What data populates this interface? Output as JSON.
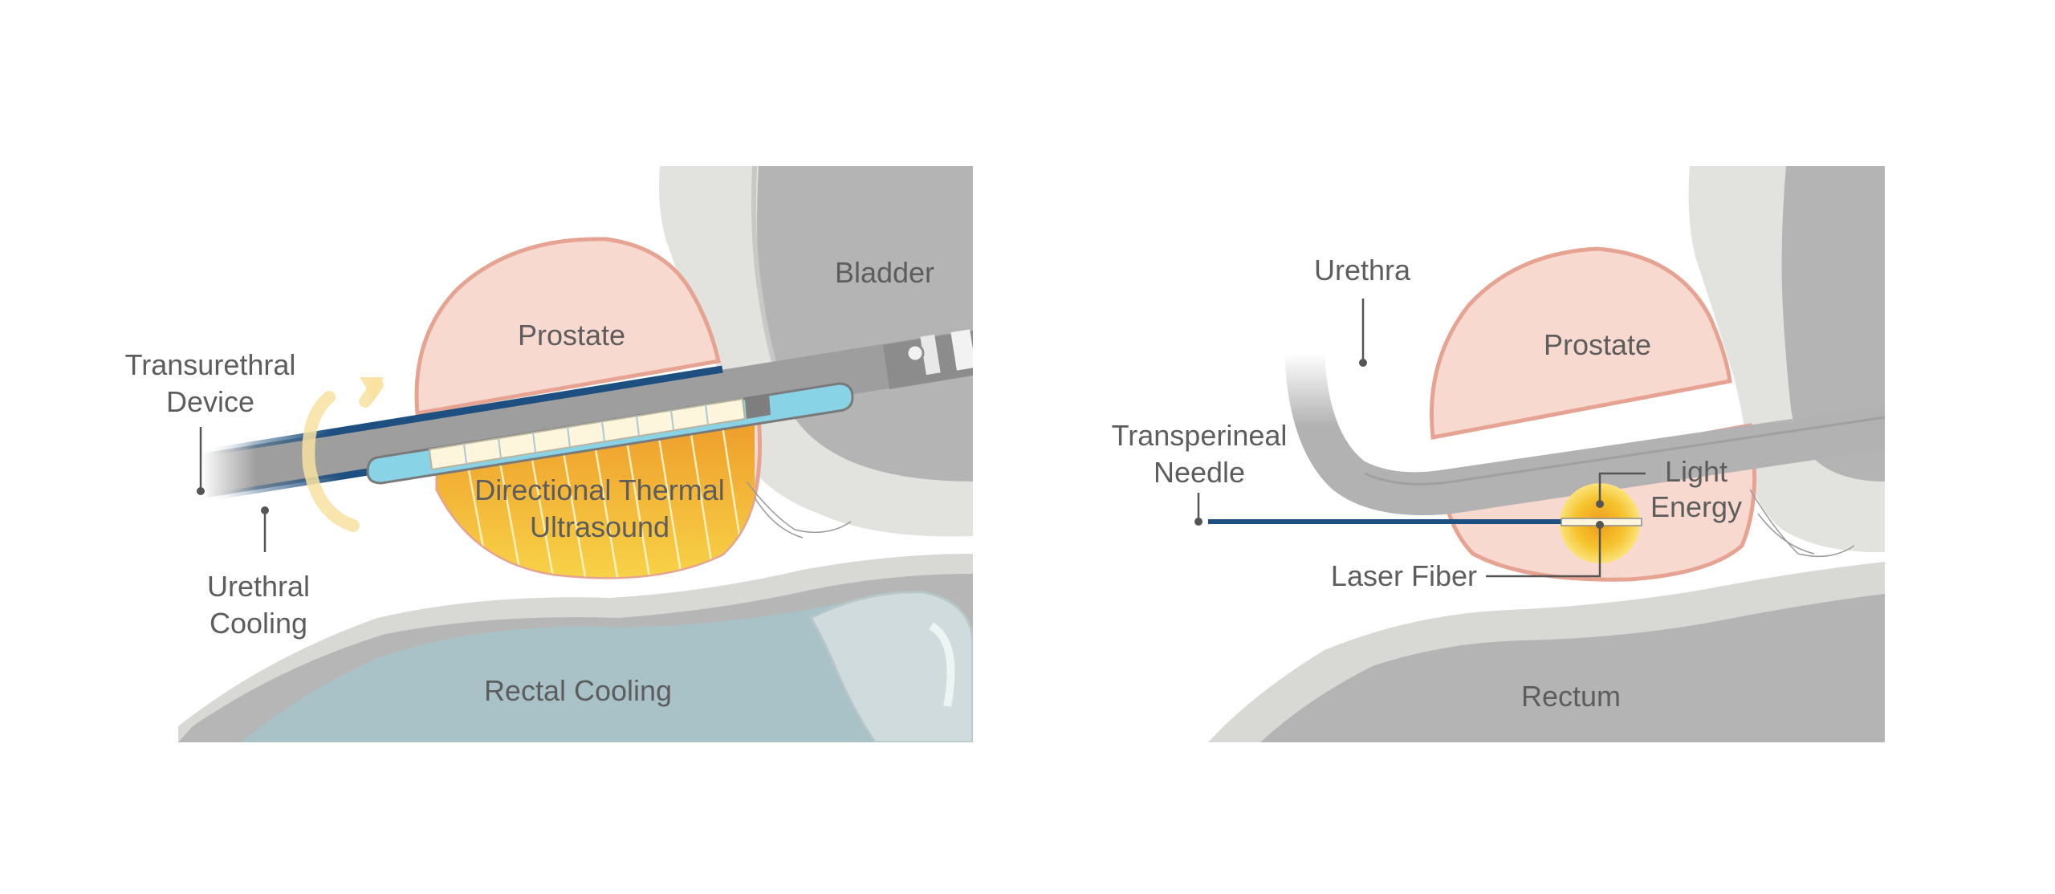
{
  "left_panel": {
    "labels": {
      "transurethral_line1": "Transurethral",
      "transurethral_line2": "Device",
      "urethral_cooling_line1": "Urethral",
      "urethral_cooling_line2": "Cooling",
      "prostate": "Prostate",
      "bladder": "Bladder",
      "directional_line1": "Directional Thermal",
      "directional_line2": "Ultrasound",
      "rectal_cooling": "Rectal Cooling"
    }
  },
  "right_panel": {
    "labels": {
      "urethra": "Urethra",
      "prostate": "Prostate",
      "transperineal_line1": "Transperineal",
      "transperineal_line2": "Needle",
      "light_line1": "Light",
      "light_line2": "Energy",
      "laser_fiber": "Laser Fiber",
      "rectum": "Rectum"
    }
  },
  "colors": {
    "prostate_fill": "#f8d9cf",
    "prostate_outline": "#e6a392",
    "tissue_light": "#e2e2df",
    "tissue_dark": "#b4b4b4",
    "rectal_cooling_fill": "#a8c2c7",
    "device_blue": "#1d4f80",
    "ultrasound_yellow": "#f5c82f",
    "cooling_cyan": "#88d3e6"
  }
}
